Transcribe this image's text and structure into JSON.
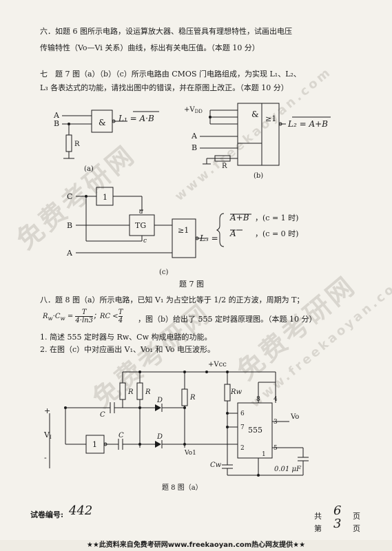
{
  "q6": {
    "line1": "六．如题 6 图所示电路，设运算放大器、稳压管具有理想特性，试画出电压",
    "line2": "传输特性（Vo—Vi 关系）曲线，标出有关电压值。（本题 10 分）"
  },
  "q7": {
    "line1": "七　题 7 图（a）（b）（c）所示电路由 CMOS 门电路组成，为实现 L₁、L₂、",
    "line2": "L₃ 各表达式的功能，请找出图中的错误，并在原图上改正。（本题 10 分）",
    "fig_a": {
      "in_a": "A",
      "in_b": "B",
      "gate": "&",
      "res": "R",
      "output_expr": "L₁ = A·B",
      "caption": "(a)"
    },
    "fig_b": {
      "vdd": "+V",
      "vdd_sub": "DD",
      "gate_and": "&",
      "gate_or": "≥1",
      "in_a": "A",
      "in_b": "B",
      "res": "R",
      "output_expr": "L₂ = A+B",
      "caption": "(b)"
    },
    "fig_c": {
      "in_c": "C",
      "in_b": "B",
      "in_a": "A",
      "not": "1",
      "tg": "TG",
      "or": "≥1",
      "cbar": "c",
      "c": "c",
      "out_label": "L₃ =",
      "case1_expr": "A+B",
      "case1_cond": "，(c = 1 时)",
      "case2_expr": "A",
      "case2_cond": "，(c = 0 时)",
      "caption": "(c)"
    },
    "figure_title": "题 7 图"
  },
  "q8": {
    "line1": "八．题 8 图（a）所示电路，已知 V₁ 为占空比等于 1/2 的正方波，周期为 T；",
    "line2_post": "，图（b）给出了 555 定时器原理图。（本题 10 分）",
    "formula_lhs": "R",
    "formula_lhs_sub": "w",
    "formula_mid": "·C",
    "formula_mid_sub": "w",
    "formula_eq": " = ",
    "formula_num": "T",
    "formula_den": "4·ln3",
    "formula_rc": "；RC <",
    "formula_num2": "T",
    "formula_den2": "4",
    "item1": "1. 简述 555 定时器与 Rw、Cw 构成电路的功能。",
    "item2": "2. 在图（c）中对应画出 V₁、Vo₁ 和 Vo 电压波形。",
    "fig": {
      "vcc": "+Vcc",
      "r1": "R",
      "r2": "R",
      "r3": "R",
      "rw": "Rw",
      "c1": "C",
      "c2": "C",
      "cw": "Cw",
      "d1": "D",
      "d2": "D",
      "not": "1",
      "vi": "V",
      "vi_sub": "I",
      "plus": "+",
      "minus": "-",
      "vo1": "Vo1",
      "chip": "555",
      "pin8": "8",
      "pin4": "4",
      "pin6": "6",
      "pin7": "7",
      "pin2": "2",
      "pin1": "1",
      "pin5": "5",
      "pin3": "3",
      "vo": "Vo",
      "cap": "0.01 μF"
    },
    "figure_title": "题 8 图（a）"
  },
  "bottom": {
    "serial_label": "试卷编号:",
    "serial_value": "442",
    "total_label": "共",
    "total_value": "6",
    "total_unit": "页",
    "page_label": "第",
    "page_value": "3",
    "page_unit": "页"
  },
  "footer": "★★此资料来自免费考研网www.freekaoyan.com热心网友提供★★",
  "watermark": {
    "cn": "免费考研网",
    "url": "www.freekaoyan.com"
  }
}
